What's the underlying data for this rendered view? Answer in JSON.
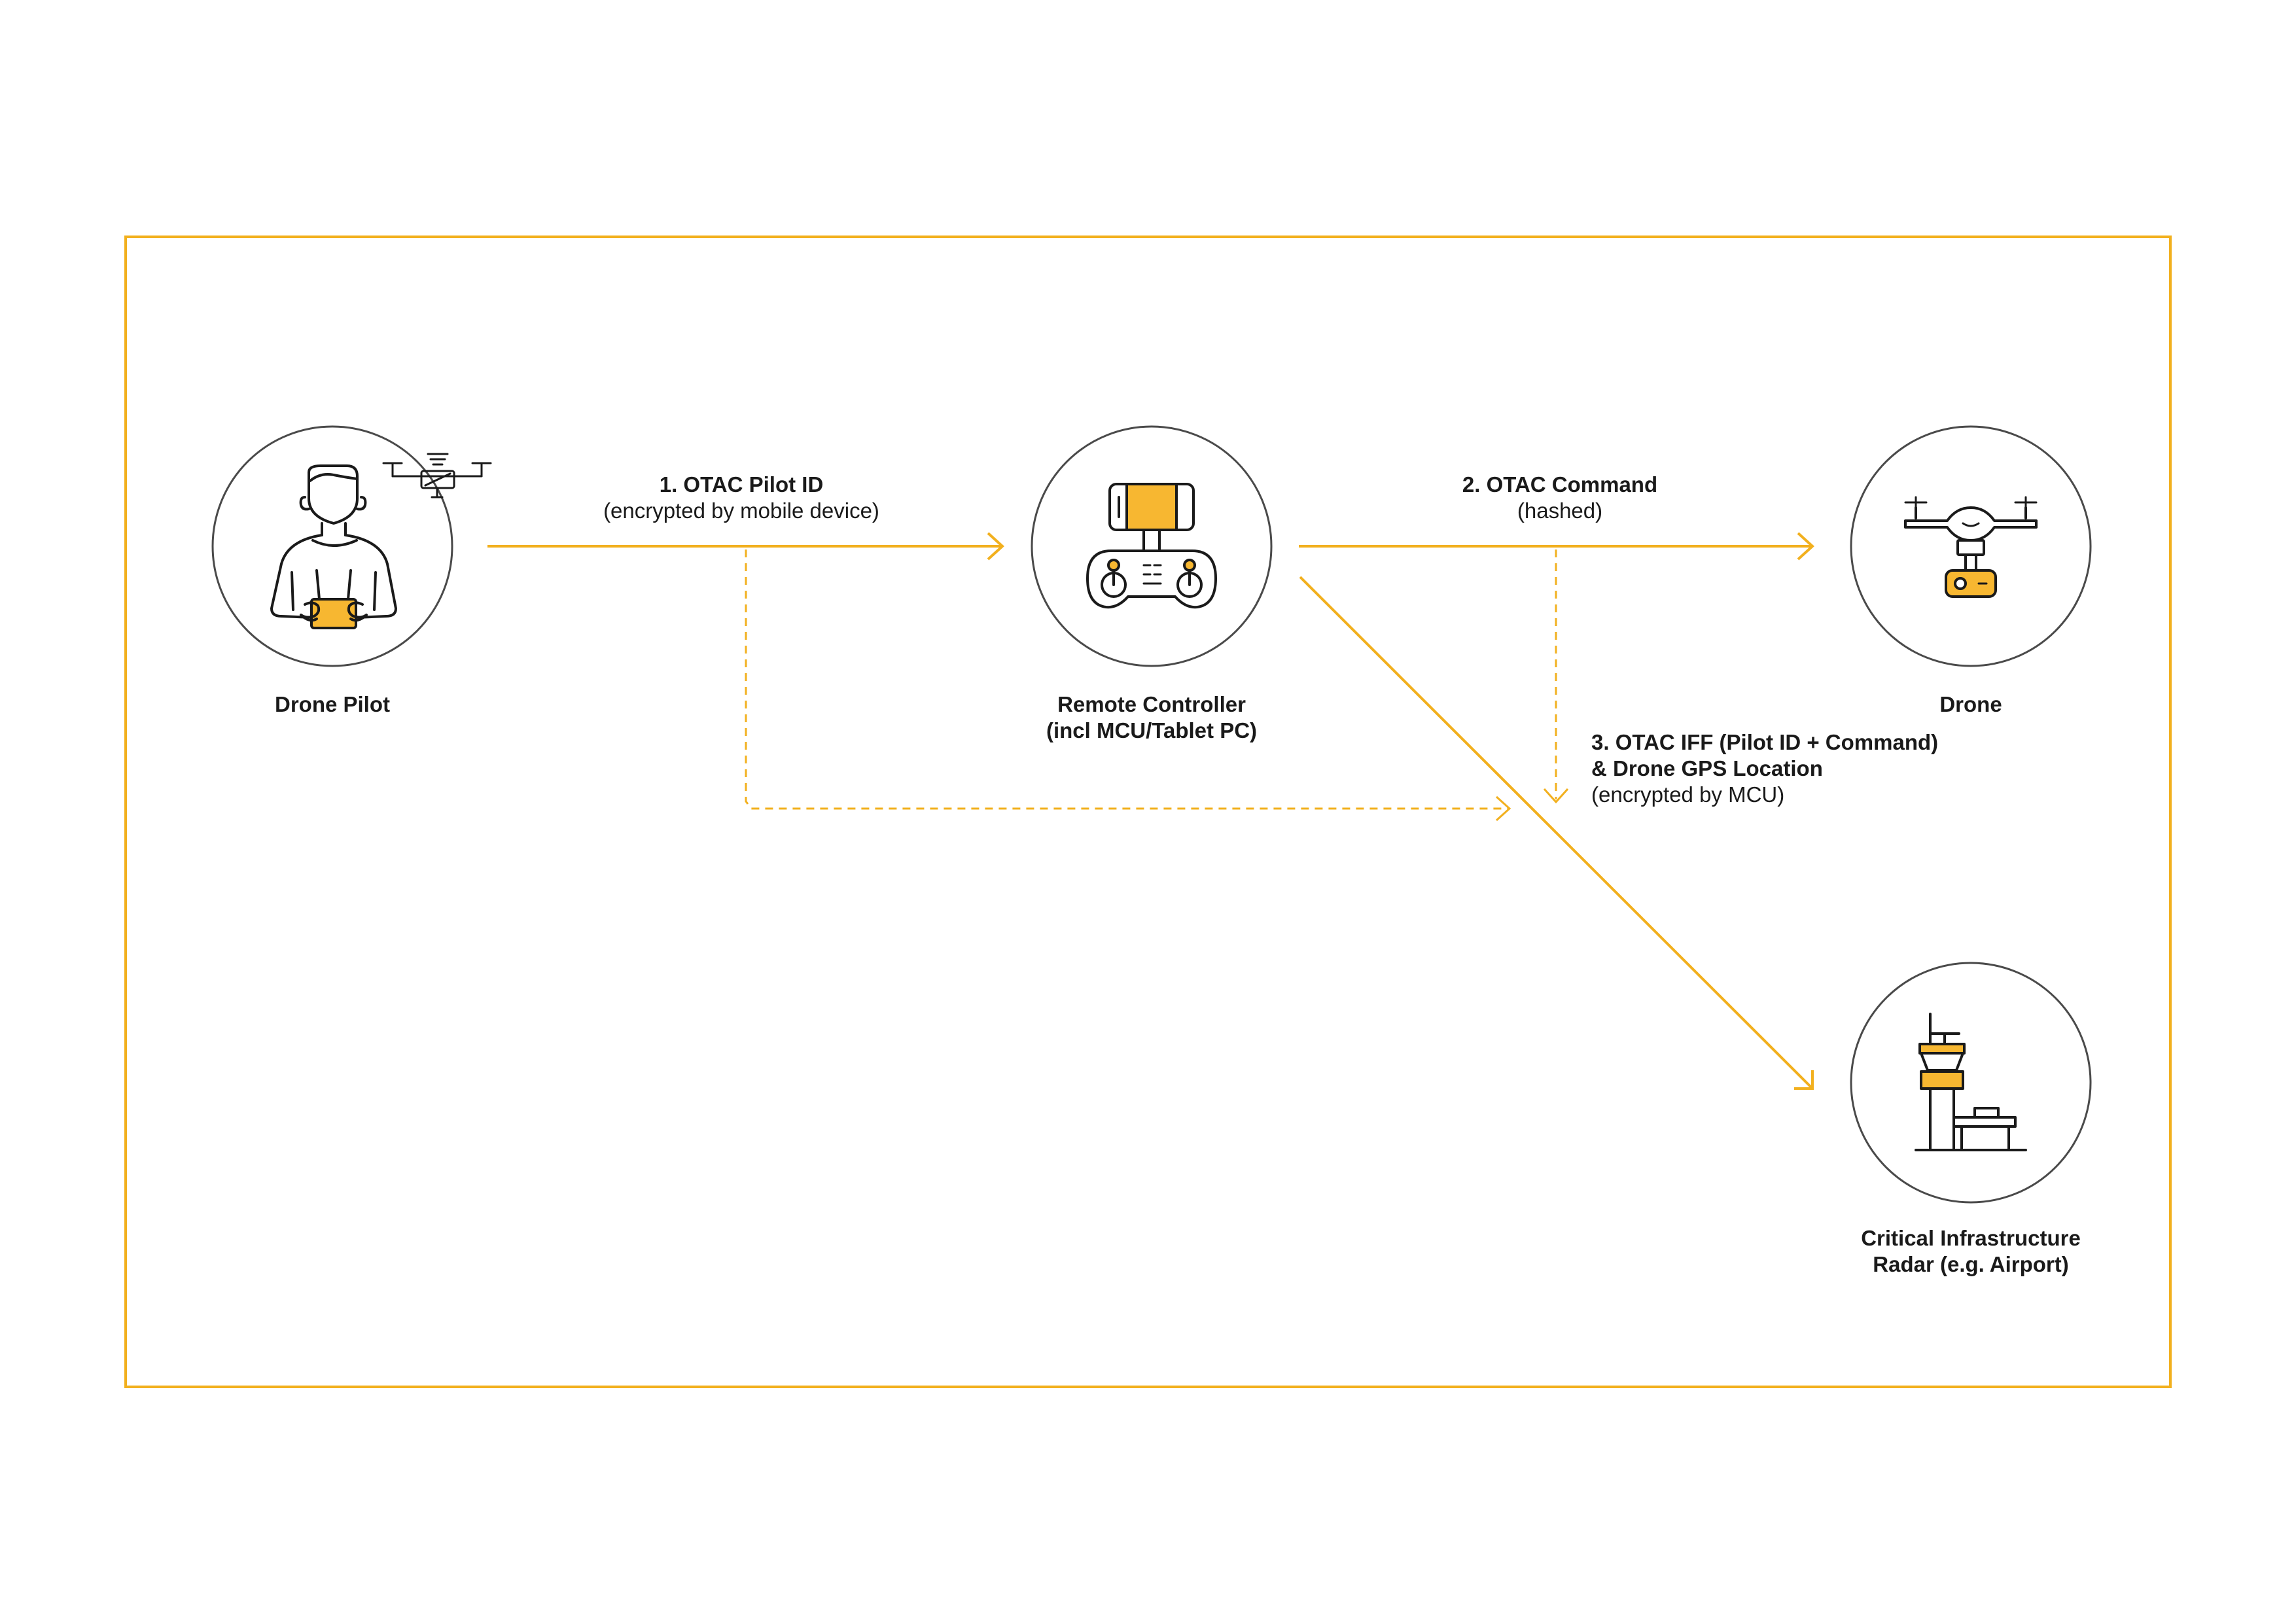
{
  "colors": {
    "accent": "#f2b01e",
    "accent_fill": "#f7b731",
    "ink": "#1a1a1a",
    "ring": "#4a4a4a"
  },
  "nodes": {
    "pilot": {
      "title": "Drone Pilot",
      "icon": "drone-pilot-icon"
    },
    "controller": {
      "title": "Remote Controller",
      "subtitle": "(incl MCU/Tablet PC)",
      "icon": "remote-controller-icon"
    },
    "drone": {
      "title": "Drone",
      "icon": "drone-icon"
    },
    "infrastructure": {
      "title": "Critical Infrastructure",
      "subtitle": "Radar (e.g. Airport)",
      "icon": "control-tower-icon"
    }
  },
  "flows": {
    "pilot_id": {
      "title": "1. OTAC Pilot ID",
      "note": "(encrypted by mobile device)"
    },
    "command": {
      "title": "2. OTAC Command",
      "note": "(hashed)"
    },
    "iff": {
      "title": "3. OTAC IFF (Pilot ID + Command)",
      "title2": "& Drone GPS Location",
      "note": "(encrypted by MCU)"
    }
  }
}
